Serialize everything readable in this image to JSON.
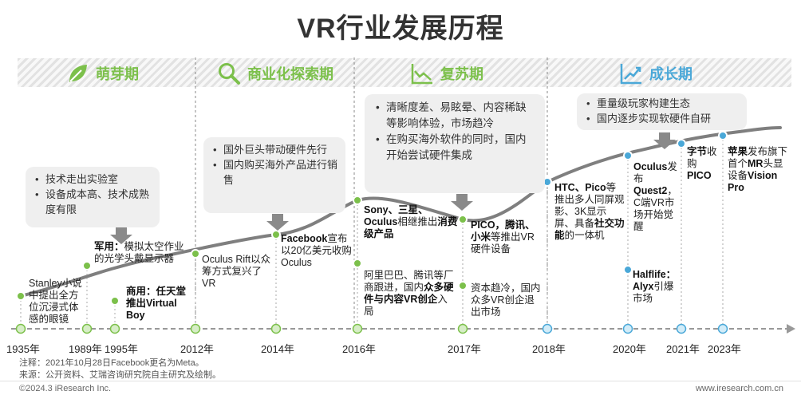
{
  "title": "VR行业发展历程",
  "phases": [
    {
      "icon": "leaf-icon",
      "label": "萌芽期",
      "color": "#7cc04b"
    },
    {
      "icon": "magnifier-icon",
      "label": "商业化探索期",
      "color": "#7cc04b"
    },
    {
      "icon": "chart-icon",
      "label": "复苏期",
      "color": "#7cc04b"
    },
    {
      "icon": "growth-chart-icon",
      "label": "成长期",
      "color": "#4aa8d8"
    }
  ],
  "boxes": {
    "sprout": [
      "技术走出实验室",
      "设备成本高、技术成熟度有限"
    ],
    "explore": [
      "国外巨头带动硬件先行",
      "国内购买海外产品进行销售"
    ],
    "recovery": [
      "清晰度差、易眩晕、内容稀缺等影响体验，市场趋冷",
      "在购买海外软件的同时，国内开始尝试硬件集成"
    ],
    "growth": [
      "重量级玩家构建生态",
      "国内逐步实现软硬件自研"
    ]
  },
  "events": {
    "stanley": "Stanley小说中提出全方位沉浸式体感的眼镜",
    "military_b": "军用：",
    "military_t": "模拟太空作业的光学头戴显示器",
    "commercial_b": "商用：任天堂推出Virtual Boy",
    "oculus_rift": "Oculus Rift以众筹方式复兴了VR",
    "facebook_b": "Facebook",
    "facebook_t": "宣布以20亿美元收购Oculus",
    "sony_b": "Sony、三星、Oculus",
    "sony_t": "相继推出",
    "sony_b2": "消费级产品",
    "ali_t": "阿里巴巴、腾讯等厂商跟进，国内",
    "ali_b": "众多硬件与内容VR创企",
    "ali_t2": "入局",
    "pico_b": "PICO，腾讯、小米",
    "pico_t": "等推出VR硬件设备",
    "capital": "资本趋冷，国内众多VR创企退出市场",
    "htc_b": "HTC、Pico",
    "htc_t": "等推出多人同屏观影、3K显示屏、具备",
    "htc_b2": "社交功能",
    "htc_t2": "的一体机",
    "quest_b1": "Oculus",
    "quest_t1": "发布",
    "quest_b2": "Quest2",
    "quest_t2": "，C端VR市场开始觉醒",
    "alyx_b": "Halflife：Alyx",
    "alyx_t": "引爆市场",
    "bytedance_b": "字节",
    "bytedance_t": "收购",
    "bytedance_b2": "PICO",
    "apple_b": "苹果",
    "apple_t": "发布旗下首个",
    "apple_b2": "MR",
    "apple_t2": "头显设备",
    "apple_b3": "Vision Pro"
  },
  "years": [
    "1935年",
    "1989年",
    "1995年",
    "2012年",
    "2014年",
    "2016年",
    "2017年",
    "2018年",
    "2020年",
    "2021年",
    "2023年"
  ],
  "notes": {
    "note": "注释：2021年10月28日Facebook更名为Meta。",
    "source": "来源：公开资料、艾瑞咨询研究院自主研究及绘制。"
  },
  "footer": {
    "copyright": "©2024.3 iResearch Inc.",
    "website": "www.iresearch.com.cn"
  },
  "colors": {
    "green": "#7cc04b",
    "blue": "#4aa8d8",
    "curve": "#7f7f7f",
    "box": "#efefef",
    "arrow": "#8a8a8a"
  }
}
